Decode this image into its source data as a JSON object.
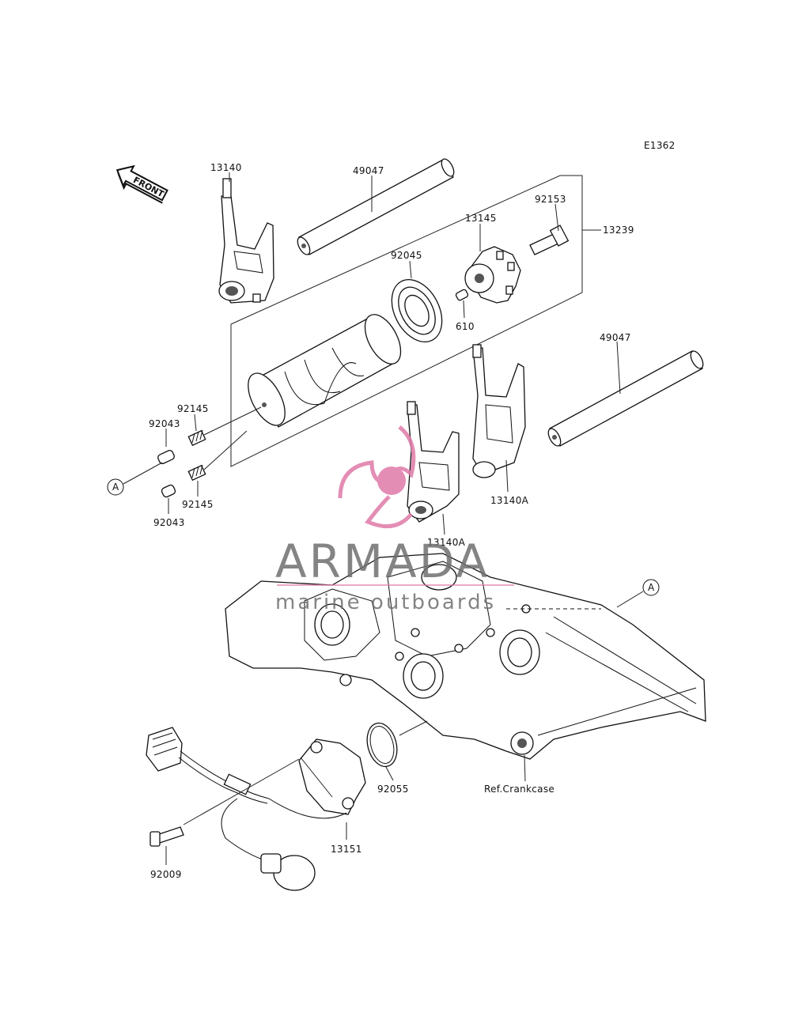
{
  "diagram": {
    "code": "E1362",
    "front_label": "FRONT",
    "ref_marker": "A",
    "parts": {
      "fork_13140": "13140",
      "shaft_upper": "49047",
      "pin_92153": "92153",
      "cam_13145": "13145",
      "kit_13239": "13239",
      "bearing_92045": "92045",
      "pin_610": "610",
      "shaft_lower": "49047",
      "spring_upper": "92145",
      "pin_upper": "92043",
      "spring_lower": "92145",
      "pin_lower": "92043",
      "fork_13140a_right": "13140A",
      "fork_13140a_left": "13140A",
      "oring_92055": "92055",
      "crankcase_ref": "Ref.Crankcase",
      "sensor_13151": "13151",
      "bolt_92009": "92009"
    }
  },
  "watermark": {
    "brand": "ARMADA",
    "tagline": "marine outboards",
    "brand_color": "#6f6f6f",
    "accent_color": "#e07aa8"
  }
}
